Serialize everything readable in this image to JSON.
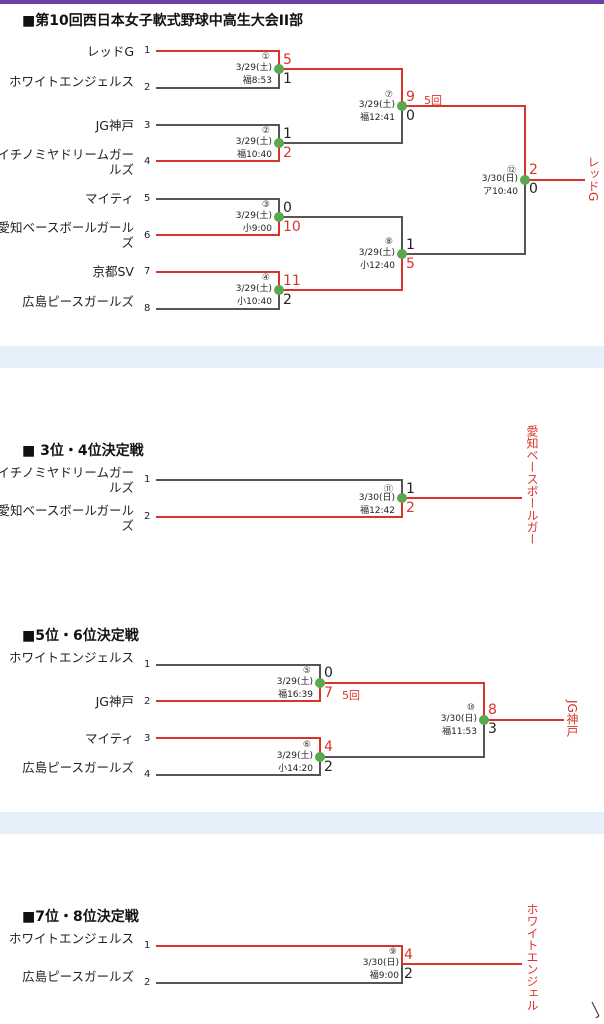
{
  "theme": {
    "red": "#d9342b",
    "dot": "#5aa84d",
    "band": "#e6f0f8"
  },
  "s1": {
    "title": "■第10回西日本女子軟式野球中高生大会II部",
    "teams": [
      "レッドG",
      "ホワイトエンジェルス",
      "JG神戸",
      "イチノミヤドリームガールズ",
      "マイティ",
      "愛知ベースボールガールズ",
      "京都SV",
      "広島ピースガールズ"
    ],
    "seeds": [
      "1",
      "2",
      "3",
      "4",
      "5",
      "6",
      "7",
      "8"
    ],
    "games": [
      {
        "no": "①",
        "date": "3/29(土)",
        "venue": "福8:53",
        "s1": "5",
        "s2": "1"
      },
      {
        "no": "②",
        "date": "3/29(土)",
        "venue": "福10:40",
        "s1": "1",
        "s2": "2"
      },
      {
        "no": "③",
        "date": "3/29(土)",
        "venue": "小9:00",
        "s1": "0",
        "s2": "10"
      },
      {
        "no": "④",
        "date": "3/29(土)",
        "venue": "小10:40",
        "s1": "11",
        "s2": "2"
      },
      {
        "no": "⑦",
        "date": "3/29(土)",
        "venue": "福12:41",
        "s1": "9",
        "s2": "0",
        "note": "5回"
      },
      {
        "no": "⑧",
        "date": "3/29(土)",
        "venue": "小12:40",
        "s1": "1",
        "s2": "5"
      },
      {
        "no": "⑫",
        "date": "3/30(日)",
        "venue": "ア10:40",
        "s1": "2",
        "s2": "0"
      }
    ],
    "champion": "レッドG"
  },
  "s2": {
    "title": "■ 3位・4位決定戦",
    "teams": [
      "イチノミヤドリームガールズ",
      "愛知ベースボールガールズ"
    ],
    "seeds": [
      "1",
      "2"
    ],
    "game": {
      "no": "⑪",
      "date": "3/30(日)",
      "venue": "福12:42",
      "s1": "1",
      "s2": "2"
    },
    "champion": "愛知ベースボールガー"
  },
  "s3": {
    "title": "■5位・6位決定戦",
    "teams": [
      "ホワイトエンジェルス",
      "JG神戸",
      "マイティ",
      "広島ピースガールズ"
    ],
    "seeds": [
      "1",
      "2",
      "3",
      "4"
    ],
    "games": [
      {
        "no": "⑤",
        "date": "3/29(土)",
        "venue": "福16:39",
        "s1": "0",
        "s2": "7",
        "note": "5回"
      },
      {
        "no": "⑥",
        "date": "3/29(土)",
        "venue": "小14:20",
        "s1": "4",
        "s2": "2"
      },
      {
        "no": "⑩",
        "date": "3/30(日)",
        "venue": "福11:53",
        "s1": "8",
        "s2": "3"
      }
    ],
    "champion": "JG神戸"
  },
  "s4": {
    "title": "■7位・8位決定戦",
    "teams": [
      "ホワイトエンジェルス",
      "広島ピースガールズ"
    ],
    "seeds": [
      "1",
      "2"
    ],
    "game": {
      "no": "⑨",
      "date": "3/30(日)",
      "venue": "福9:00",
      "s1": "4",
      "s2": "2"
    },
    "champion": "ホワイトエンジェル"
  }
}
